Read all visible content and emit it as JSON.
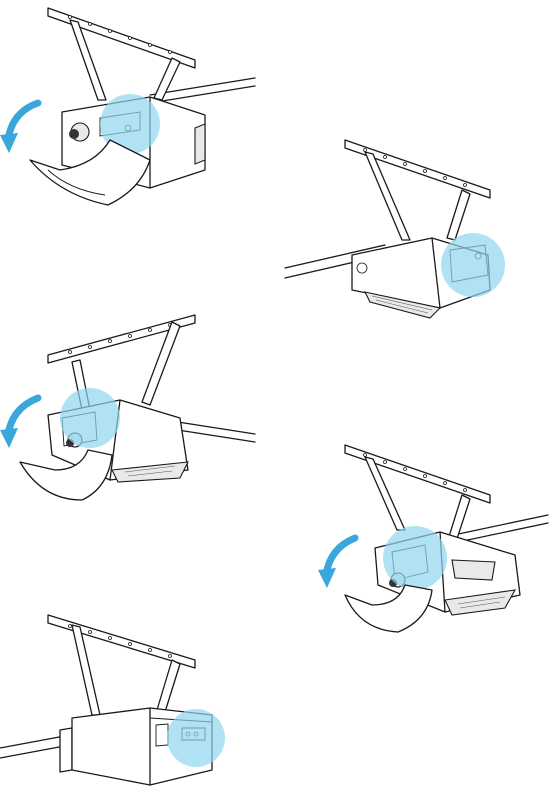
{
  "colors": {
    "highlight": "#8fd6ef",
    "arrow": "#3aa6da",
    "line": "#1a1a1a"
  },
  "panels": [
    {
      "name": "unit-with-lens-rotating-down",
      "icon": "rotate-arrow-icon"
    },
    {
      "name": "unit-rear-panel-highlighted"
    },
    {
      "name": "unit-with-lens-rotating-down-2",
      "icon": "rotate-arrow-icon"
    },
    {
      "name": "unit-with-lens-rotating-down-3",
      "icon": "rotate-arrow-icon"
    },
    {
      "name": "unit-box-panel-highlighted"
    }
  ]
}
